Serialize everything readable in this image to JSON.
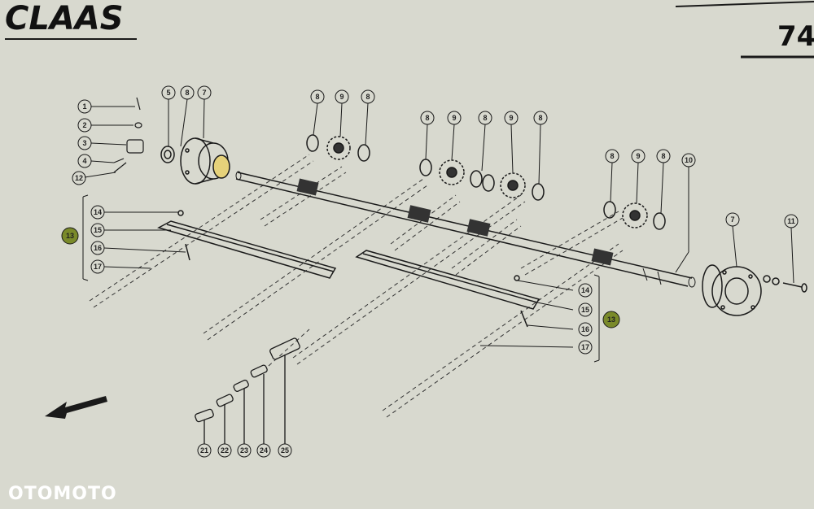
{
  "header": {
    "brand": "CLAAS",
    "page_number": "74"
  },
  "callouts": {
    "c1": "1",
    "c2": "2",
    "c3": "3",
    "c4": "4",
    "c12": "12",
    "c5": "5",
    "c8a": "8",
    "c7a": "7",
    "c8b": "8",
    "c9b": "9",
    "c8c": "8",
    "c8d": "8",
    "c9d": "9",
    "c8e": "8",
    "c9e": "9",
    "c8f": "8",
    "c8g": "8",
    "c9g": "9",
    "c8h": "8",
    "c10": "10",
    "c7b": "7",
    "c11": "11",
    "c14a": "14",
    "c15a": "15",
    "c13a": "13",
    "c16a": "16",
    "c17a": "17",
    "c14b": "14",
    "c15b": "15",
    "c13b": "13",
    "c16b": "16",
    "c17b": "17",
    "c21": "21",
    "c22": "22",
    "c23": "23",
    "c24": "24",
    "c25": "25"
  },
  "watermark": "OTOMOTO",
  "colors": {
    "paper": "#d8d9cf",
    "ink": "#1a1a1a",
    "highlight_callout": "#7a8a2a"
  }
}
